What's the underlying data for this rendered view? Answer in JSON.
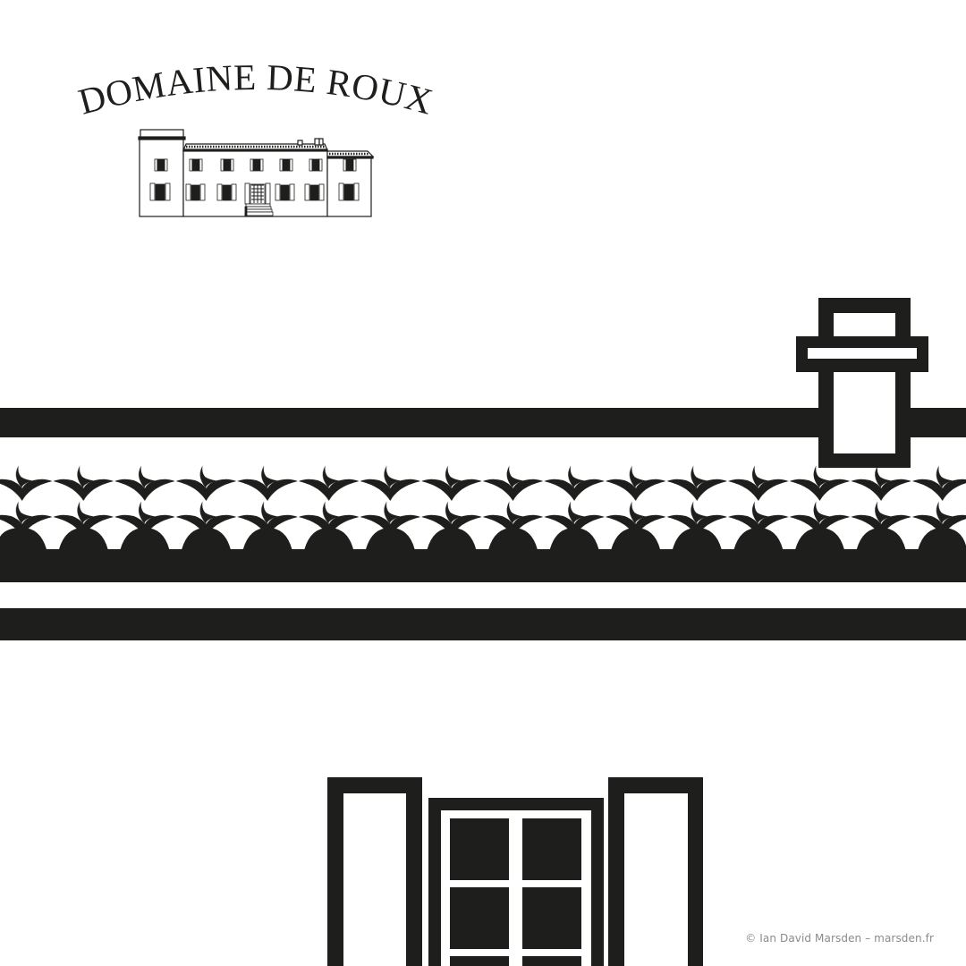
{
  "logo": {
    "title": "DOMAINE DE ROUX",
    "emblem": "chateau-building-drawing"
  },
  "illustration": {
    "subject": "rooftop-with-chimney-tiles-and-window",
    "elements": [
      "chimney",
      "roof-ridge-band",
      "roman-tile-row",
      "eave-band",
      "window-with-shutters"
    ],
    "window": {
      "panes_visible_rows": 3,
      "panes_per_row": 2,
      "shutters": 2
    }
  },
  "colors": {
    "ink": "#1e1e1c",
    "background": "#ffffff",
    "credit_text": "#8a8a8a"
  },
  "credit": {
    "text": "© Ian David Marsden – marsden.fr"
  }
}
